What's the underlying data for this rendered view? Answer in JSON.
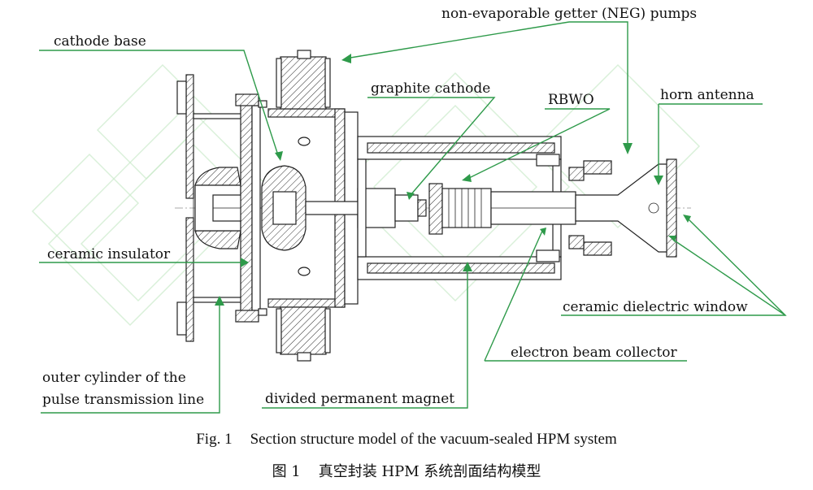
{
  "labels": {
    "neg_pumps": "non-evaporable getter (NEG) pumps",
    "cathode_base": "cathode base",
    "graphite_cathode": "graphite cathode",
    "rbwo": "RBWO",
    "horn_antenna": "horn antenna",
    "ceramic_insulator": "ceramic insulator",
    "ceramic_window": "ceramic dielectric window",
    "collector": "electron beam collector",
    "outer_cylinder_line1": "outer cylinder of the",
    "outer_cylinder_line2": "pulse transmission line",
    "magnet": "divided permanent magnet"
  },
  "caption": {
    "en_number": "Fig. 1",
    "en_text": "Section structure model of the vacuum-sealed HPM system",
    "zh_number": "图 1",
    "zh_text": "真空封装 HPM 系统剖面结构模型"
  },
  "colors": {
    "leader": "#2e9a4a",
    "drawing": "#222222",
    "watermark": "#c9e9c9"
  }
}
